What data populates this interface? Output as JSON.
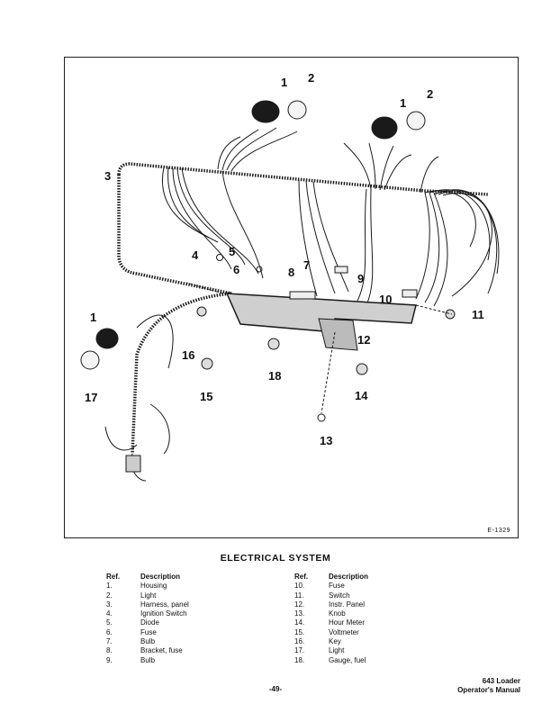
{
  "figure": {
    "id": "E-1329",
    "callouts": [
      "1",
      "2",
      "3",
      "4",
      "5",
      "6",
      "7",
      "8",
      "9",
      "10",
      "11",
      "12",
      "13",
      "14",
      "15",
      "16",
      "17",
      "18"
    ]
  },
  "section_title": "ELECTRICAL SYSTEM",
  "parts_table": {
    "headers": {
      "ref": "Ref.",
      "description": "Description"
    },
    "left": [
      {
        "ref": "1.",
        "desc": "Housing"
      },
      {
        "ref": "2.",
        "desc": "Light"
      },
      {
        "ref": "3.",
        "desc": "Harness, panel"
      },
      {
        "ref": "4.",
        "desc": "Ignition Switch"
      },
      {
        "ref": "5.",
        "desc": "Diode"
      },
      {
        "ref": "6.",
        "desc": "Fuse"
      },
      {
        "ref": "7.",
        "desc": "Bulb"
      },
      {
        "ref": "8.",
        "desc": "Bracket, fuse"
      },
      {
        "ref": "9.",
        "desc": "Bulb"
      }
    ],
    "right": [
      {
        "ref": "10.",
        "desc": "Fuse"
      },
      {
        "ref": "11.",
        "desc": "Switch"
      },
      {
        "ref": "12.",
        "desc": "Instr. Panel"
      },
      {
        "ref": "13.",
        "desc": "Knob"
      },
      {
        "ref": "14.",
        "desc": "Hour Meter"
      },
      {
        "ref": "15.",
        "desc": "Voltmeter"
      },
      {
        "ref": "16.",
        "desc": "Key"
      },
      {
        "ref": "17.",
        "desc": "Light"
      },
      {
        "ref": "18.",
        "desc": "Gauge, fuel"
      }
    ]
  },
  "footer": {
    "page_number": "-49-",
    "model": "643 Loader",
    "manual": "Operator's Manual"
  }
}
